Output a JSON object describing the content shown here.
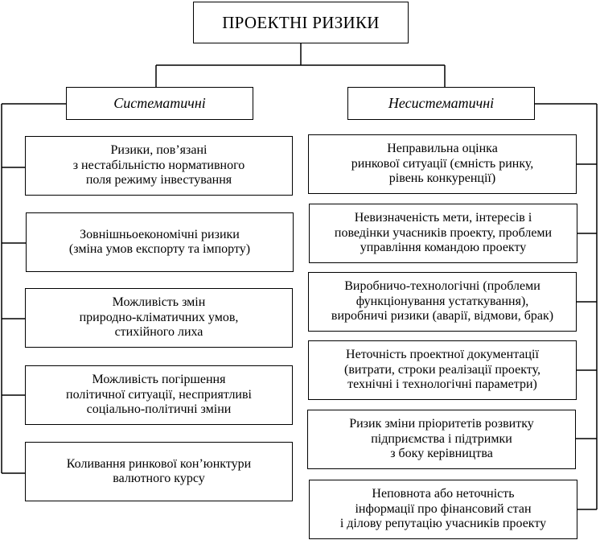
{
  "title": "ПРОЕКТНІ РИЗИКИ",
  "categories": {
    "systematic": "Систематичні",
    "unsystematic": "Несистематичні"
  },
  "systematic_items": [
    "Ризики, пов’язані\nз нестабільністю нормативного\nполя режиму інвестування",
    "Зовнішньоекономічні ризики\n(зміна умов експорту та імпорту)",
    "Можливість змін\nприродно-кліматичних умов,\nстихійного лиха",
    "Можливість погіршення\nполітичної ситуації, несприятливі\nсоціально-політичні зміни",
    "Коливання ринкової кон’юнктури\nвалютного курсу"
  ],
  "unsystematic_items": [
    "Неправильна оцінка\nринкової ситуації (ємність ринку,\nрівень конкуренції)",
    "Невизначеність мети, інтересів і\nповедінки учасників проекту, проблеми\nуправління командою проекту",
    "Виробничо-технологічні (проблеми\nфункціонування устаткування),\nвиробничі ризики (аварії, відмови, брак)",
    "Неточність проектної документації\n(витрати, строки реалізації проекту,\nтехнічні і технологічні параметри)",
    "Ризик зміни пріоритетів розвитку\nпідприємства і підтримки\nз боку керівництва",
    "Неповнота або неточність\nінформації про фінансовий стан\nі ділову репутацію учасників проекту"
  ]
}
